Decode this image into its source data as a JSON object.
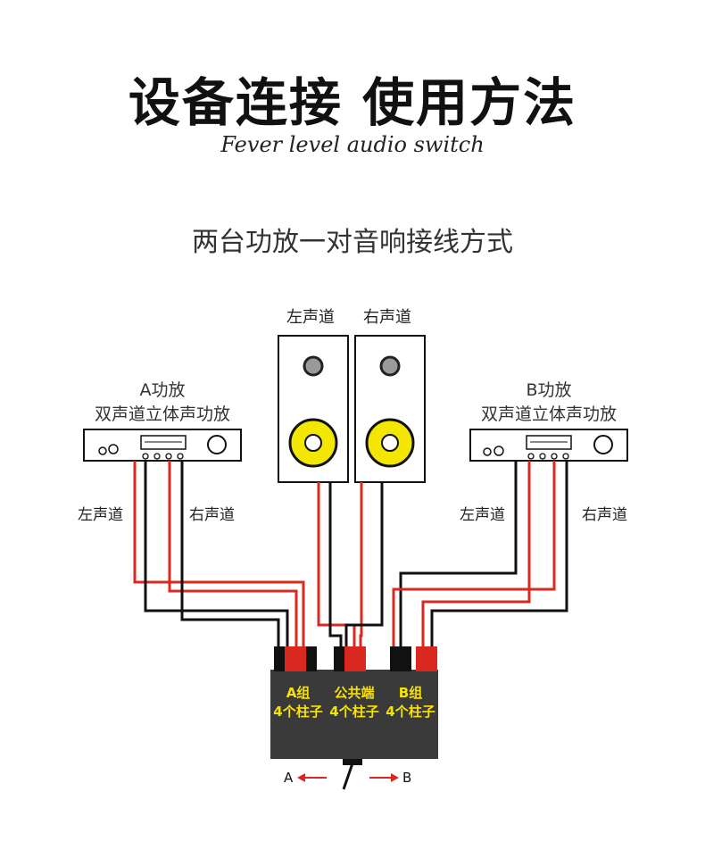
{
  "header": {
    "title": "设备连接 使用方法",
    "subtitle": "Fever level audio switch"
  },
  "heading": "两台功放一对音响接线方式",
  "speakers": {
    "left_label": "左声道",
    "right_label": "右声道"
  },
  "amp_a": {
    "name": "A功放",
    "desc": "双声道立体声功放",
    "left_label": "左声道",
    "right_label": "右声道"
  },
  "amp_b": {
    "name": "B功放",
    "desc": "双声道立体声功放",
    "left_label": "左声道",
    "right_label": "右声道"
  },
  "switch": {
    "group_a": "A组",
    "group_a_posts": "4个柱子",
    "common": "公共端",
    "common_posts": "4个柱子",
    "group_b": "B组",
    "group_b_posts": "4个柱子",
    "dir_a": "A",
    "dir_b": "B"
  },
  "colors": {
    "red_wire": "#d8281f",
    "black_wire": "#111111",
    "switch_body": "#3a3a3a",
    "woofer": "#f3e600",
    "label_yellow": "#f7e200"
  }
}
